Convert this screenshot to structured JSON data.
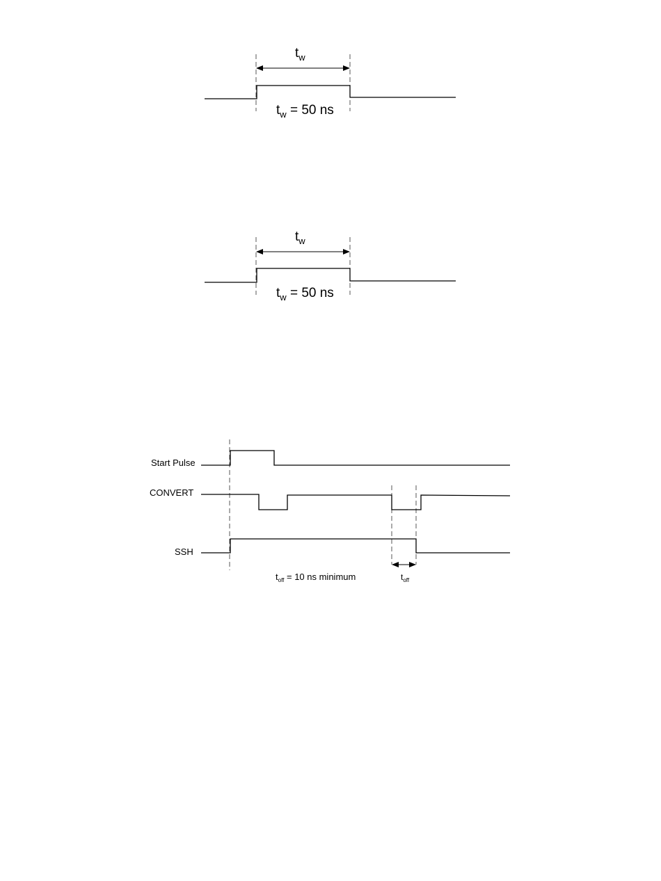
{
  "diagram1": {
    "tw_label_main": "t",
    "tw_label_sub": "w",
    "eq_main": "t",
    "eq_sub": "w",
    "eq_rest": " = 50 ns"
  },
  "diagram2": {
    "tw_label_main": "t",
    "tw_label_sub": "w",
    "eq_main": "t",
    "eq_sub": "w",
    "eq_rest": " = 50 ns"
  },
  "diagram3": {
    "signals": [
      "Start Pulse",
      "CONVERT",
      "SSH"
    ],
    "toff_label_main": "t",
    "toff_label_sub": "off",
    "note_main": "t",
    "note_sub": "off",
    "note_rest": " = 10 ns minimum"
  }
}
